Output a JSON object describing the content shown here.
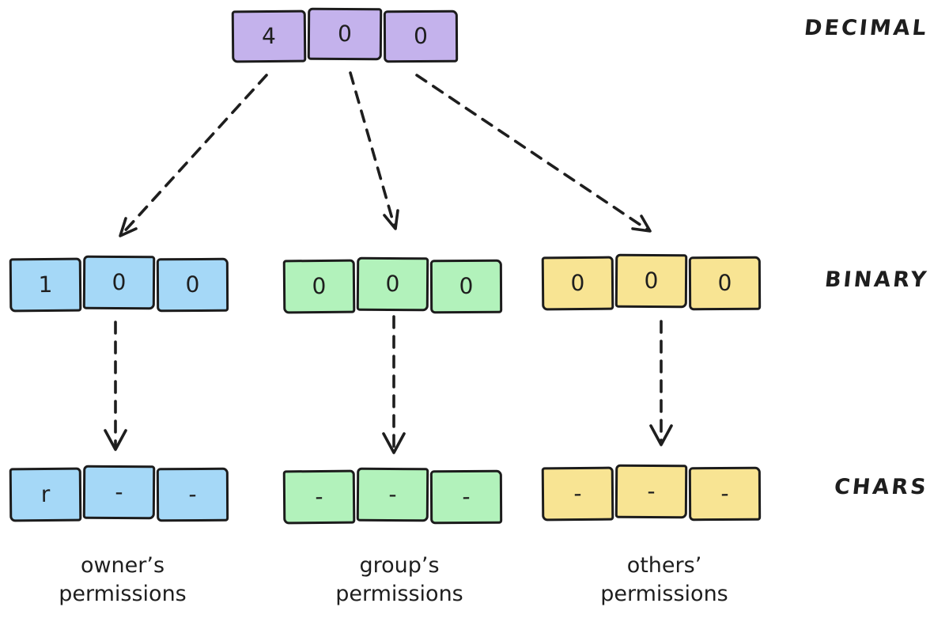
{
  "colors": {
    "purple": "#c4b2ec",
    "blue": "#a5d8f7",
    "green": "#b2f2bb",
    "yellow": "#f8e493",
    "stroke": "#1e1e1e",
    "background": "#ffffff"
  },
  "rows": {
    "decimal": {
      "side_label": "DECIMAL",
      "cells": [
        "4",
        "0",
        "0"
      ]
    },
    "binary": {
      "side_label": "BINARY",
      "owner": [
        "1",
        "0",
        "0"
      ],
      "group": [
        "0",
        "0",
        "0"
      ],
      "others": [
        "0",
        "0",
        "0"
      ]
    },
    "chars": {
      "side_label": "CHARS",
      "owner": [
        "r",
        "-",
        "-"
      ],
      "group": [
        "-",
        "-",
        "-"
      ],
      "others": [
        "-",
        "-",
        "-"
      ]
    }
  },
  "captions": {
    "owner": {
      "line1": "owner’s",
      "line2": "permissions"
    },
    "group": {
      "line1": "group’s",
      "line2": "permissions"
    },
    "others": {
      "line1": "others’",
      "line2": "permissions"
    }
  }
}
